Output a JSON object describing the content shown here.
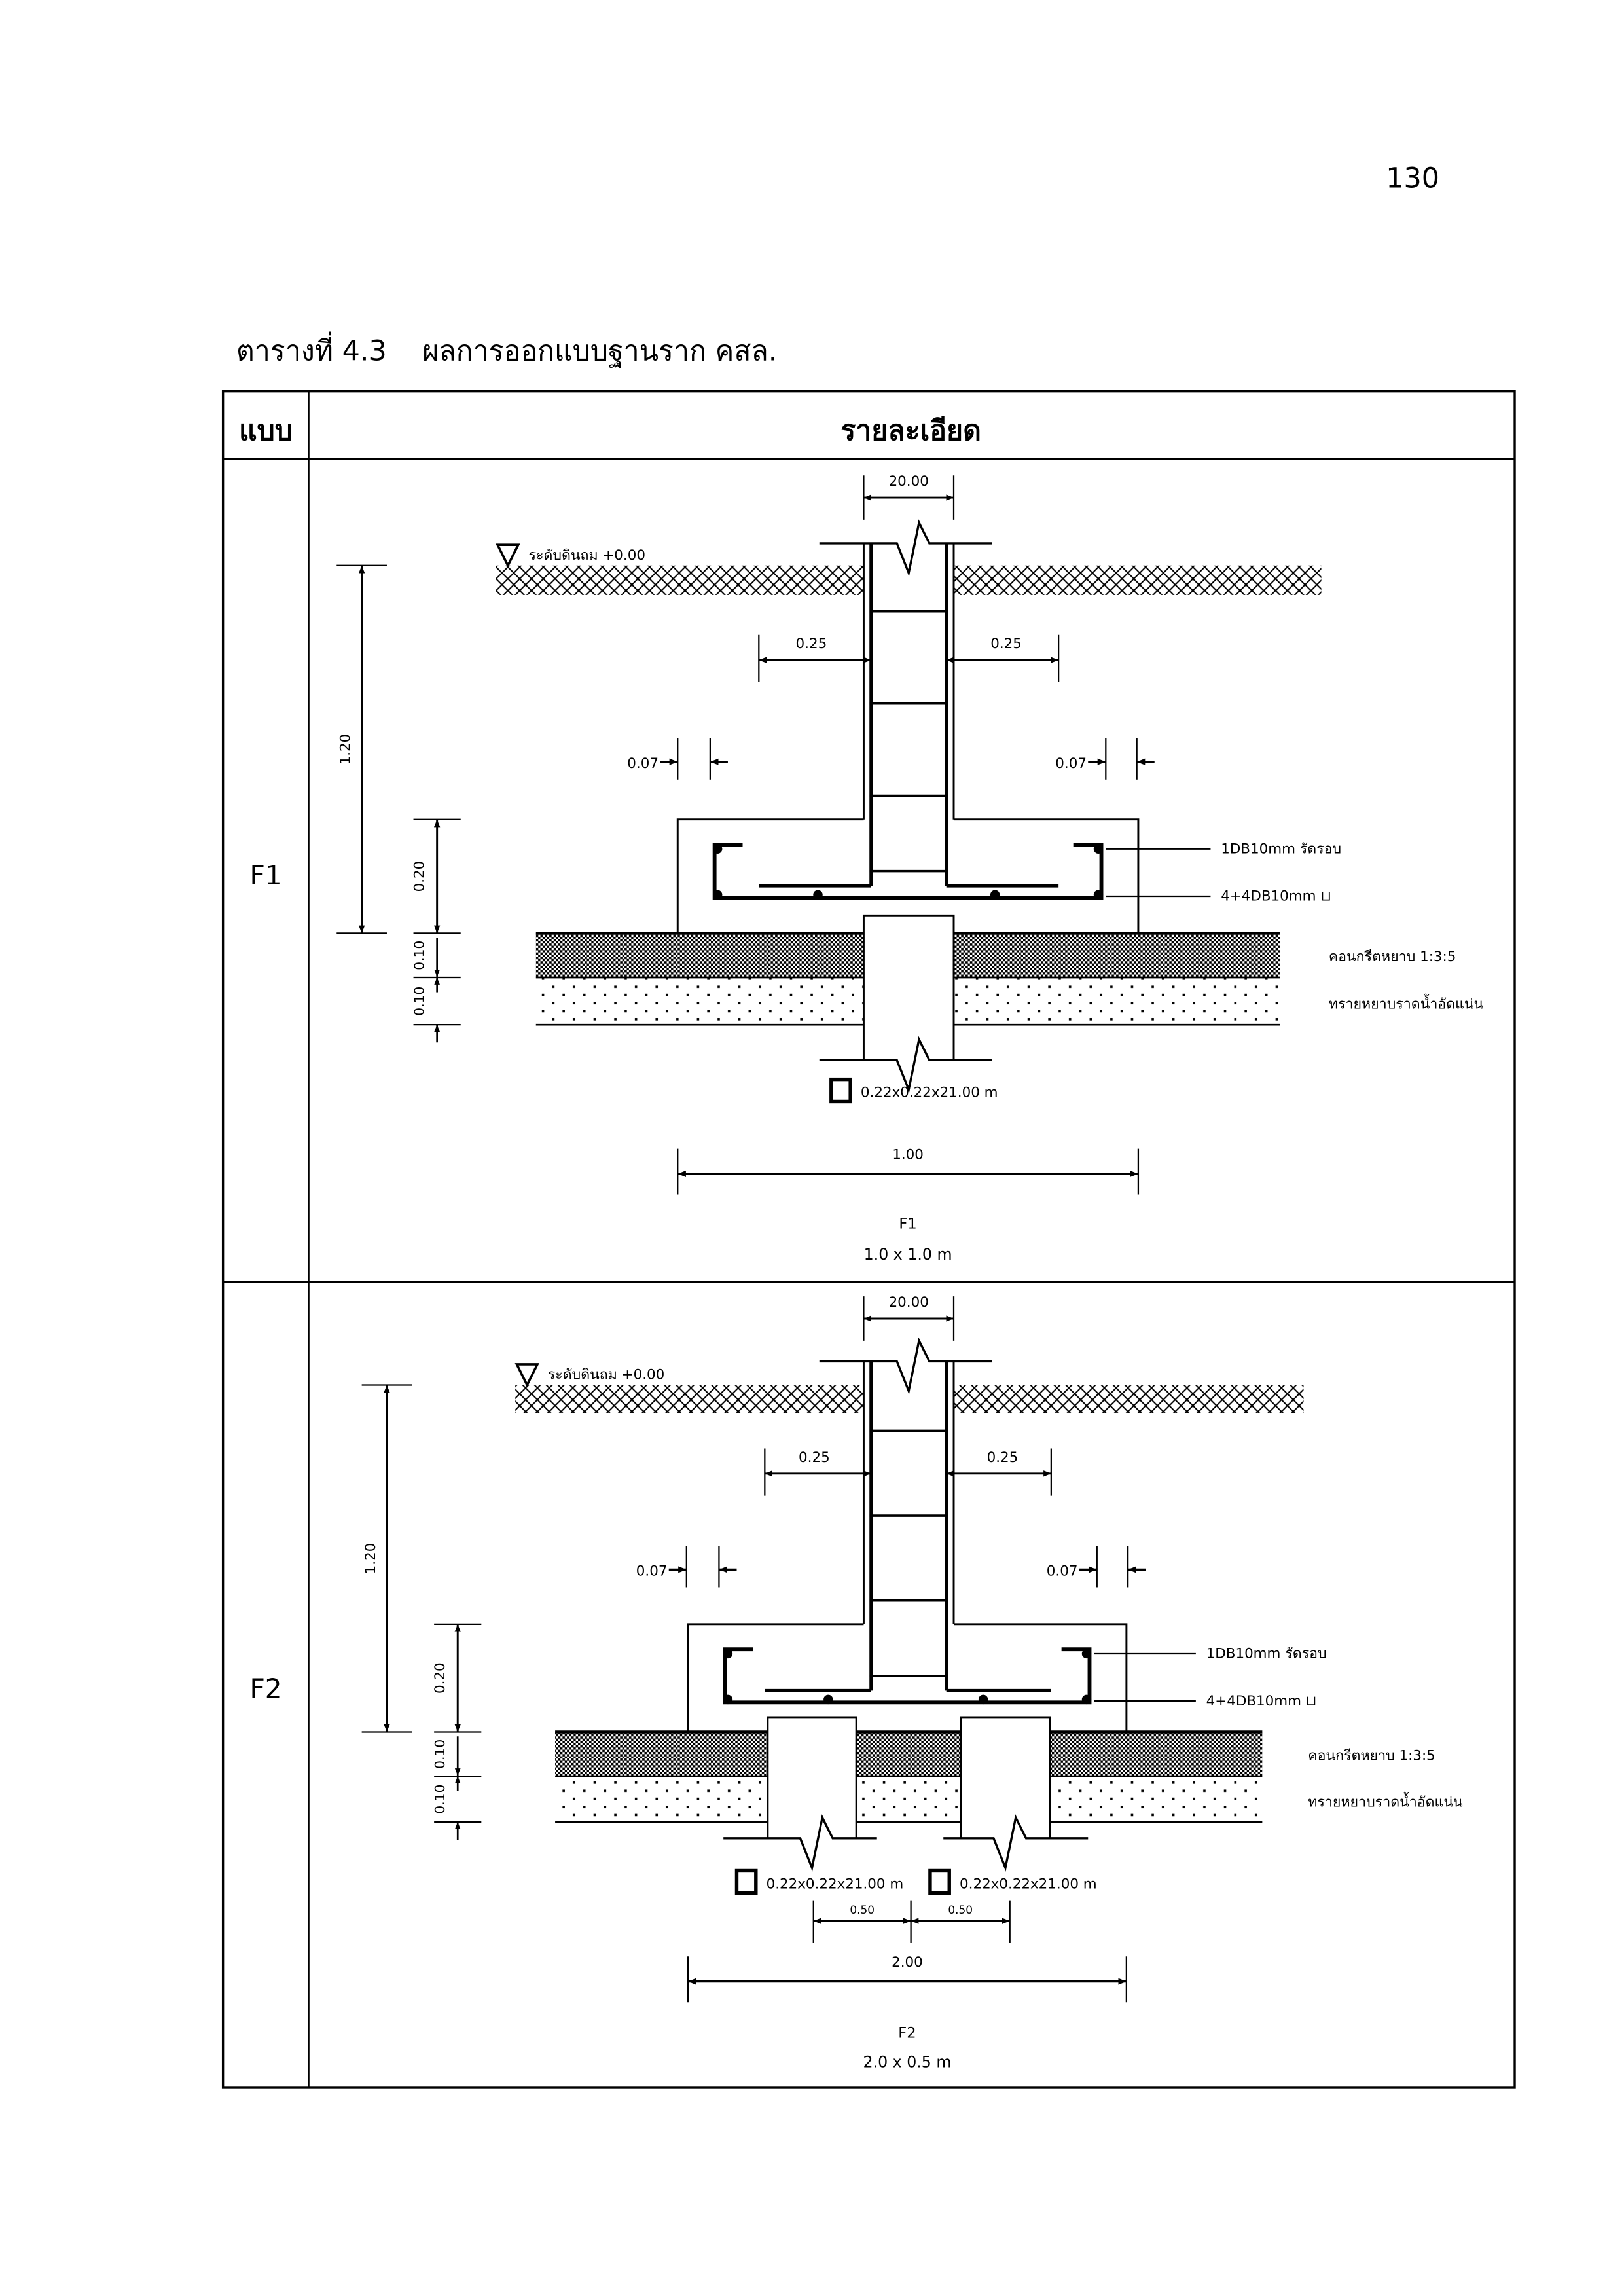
{
  "page_number": "130",
  "caption": "ตารางที่ 4.3    ผลการออกแบบฐานราก คสล.",
  "table": {
    "headers": [
      "แบบ",
      "รายละเอียด"
    ],
    "rows": [
      {
        "type": "F1",
        "drawing": {
          "column_width": "20.00",
          "ground_level": "ระดับดินถม +0.00",
          "offset_left": "0.25",
          "offset_right": "0.25",
          "cover_left": "0.07",
          "cover_right": "0.07",
          "depth": "1.20",
          "footing_thickness": "0.20",
          "lean_concrete_thickness": "0.10",
          "sand_thickness": "0.10",
          "stirrup_label": "1DB10mm รัดรอบ",
          "main_bar_label": "4+4DB10mm ⊔",
          "lean_concrete_label": "คอนกรีตหยาบ 1:3:5",
          "sand_label": "ทรายหยาบราดน้ำอัดแน่น",
          "piles": [
            "0.22x0.22x21.00 m"
          ],
          "pile_spacing": [],
          "footing_width": "1.00",
          "name": "F1",
          "size": "1.0 x 1.0 m"
        }
      },
      {
        "type": "F2",
        "drawing": {
          "column_width": "20.00",
          "ground_level": "ระดับดินถม +0.00",
          "offset_left": "0.25",
          "offset_right": "0.25",
          "cover_left": "0.07",
          "cover_right": "0.07",
          "depth": "1.20",
          "footing_thickness": "0.20",
          "lean_concrete_thickness": "0.10",
          "sand_thickness": "0.10",
          "stirrup_label": "1DB10mm รัดรอบ",
          "main_bar_label": "4+4DB10mm ⊔",
          "lean_concrete_label": "คอนกรีตหยาบ 1:3:5",
          "sand_label": "ทรายหยาบราดน้ำอัดแน่น",
          "piles": [
            "0.22x0.22x21.00 m",
            "0.22x0.22x21.00 m"
          ],
          "pile_spacing": [
            "0.50",
            "0.50"
          ],
          "footing_width": "2.00",
          "name": "F2",
          "size": "2.0 x 0.5 m"
        }
      }
    ]
  }
}
